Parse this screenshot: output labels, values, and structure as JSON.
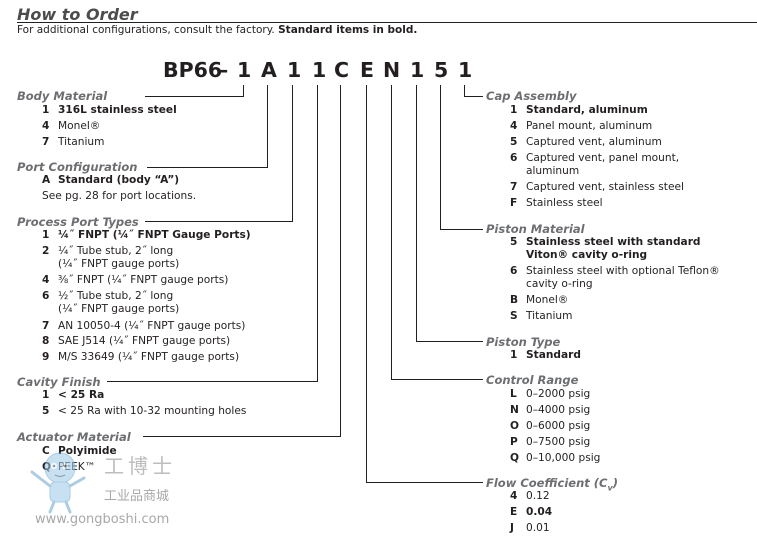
{
  "header": {
    "title": "How to Order",
    "subtitle_plain": "For additional configurations, consult the factory. ",
    "subtitle_bold": "Standard items in bold."
  },
  "code": {
    "prefix": "BP66",
    "dash": "–",
    "chars": [
      "1",
      "A",
      "1",
      "1",
      "C",
      "E",
      "N",
      "1",
      "5",
      "1"
    ]
  },
  "sections": {
    "body_material": {
      "title": "Body Material",
      "options": [
        {
          "code": "1",
          "label": "316L stainless steel",
          "standard": true
        },
        {
          "code": "4",
          "label": "Monel®",
          "standard": false
        },
        {
          "code": "7",
          "label": "Titanium",
          "standard": false
        }
      ]
    },
    "port_configuration": {
      "title": "Port Configuration",
      "options": [
        {
          "code": "A",
          "label": "Standard (body “A”)",
          "standard": true
        }
      ],
      "note": "See pg. 28 for port locations."
    },
    "process_port_types": {
      "title": "Process Port Types",
      "options": [
        {
          "code": "1",
          "lines": [
            "¼˝ FNPT (¼˝ FNPT Gauge Ports)"
          ],
          "standard": true
        },
        {
          "code": "2",
          "lines": [
            "¼˝ Tube stub, 2˝ long",
            "(¼˝ FNPT gauge ports)"
          ],
          "standard": false
        },
        {
          "code": "4",
          "lines": [
            "⅜˝ FNPT (¼˝ FNPT gauge ports)"
          ],
          "standard": false
        },
        {
          "code": "6",
          "lines": [
            "½˝ Tube stub, 2˝ long",
            "(¼˝ FNPT gauge ports)"
          ],
          "standard": false
        },
        {
          "code": "7",
          "lines": [
            "AN 10050-4 (¼˝ FNPT gauge ports)"
          ],
          "standard": false
        },
        {
          "code": "8",
          "lines": [
            "SAE J514 (¼˝ FNPT gauge ports)"
          ],
          "standard": false
        },
        {
          "code": "9",
          "lines": [
            "M/S 33649 (¼˝ FNPT gauge ports)"
          ],
          "standard": false
        }
      ]
    },
    "cavity_finish": {
      "title": "Cavity Finish",
      "options": [
        {
          "code": "1",
          "label": "< 25 Ra",
          "standard": true
        },
        {
          "code": "5",
          "label": "< 25 Ra with 10-32 mounting holes",
          "standard": false
        }
      ]
    },
    "actuator_material": {
      "title": "Actuator Material",
      "options": [
        {
          "code": "C",
          "label": "Polyimide",
          "standard": true
        },
        {
          "code": "Q",
          "label": "PEEK™",
          "standard": false
        }
      ]
    },
    "cap_assembly": {
      "title": "Cap Assembly",
      "options": [
        {
          "code": "1",
          "lines": [
            "Standard, aluminum"
          ],
          "standard": true
        },
        {
          "code": "4",
          "lines": [
            "Panel mount, aluminum"
          ],
          "standard": false
        },
        {
          "code": "5",
          "lines": [
            "Captured vent, aluminum"
          ],
          "standard": false
        },
        {
          "code": "6",
          "lines": [
            "Captured vent, panel mount,",
            "aluminum"
          ],
          "standard": false
        },
        {
          "code": "7",
          "lines": [
            "Captured vent, stainless steel"
          ],
          "standard": false
        },
        {
          "code": "F",
          "lines": [
            "Stainless steel"
          ],
          "standard": false
        }
      ]
    },
    "piston_material": {
      "title": "Piston Material",
      "options": [
        {
          "code": "5",
          "lines": [
            "Stainless steel with standard",
            "Viton® cavity o-ring"
          ],
          "standard": true
        },
        {
          "code": "6",
          "lines": [
            "Stainless steel with optional Teflon®",
            "cavity o-ring"
          ],
          "standard": false
        },
        {
          "code": "B",
          "lines": [
            "Monel®"
          ],
          "standard": false
        },
        {
          "code": "S",
          "lines": [
            "Titanium"
          ],
          "standard": false
        }
      ]
    },
    "piston_type": {
      "title": "Piston Type",
      "options": [
        {
          "code": "1",
          "label": "Standard",
          "standard": true
        }
      ]
    },
    "control_range": {
      "title": "Control Range",
      "options": [
        {
          "code": "L",
          "label": "0–2000 psig",
          "standard": false
        },
        {
          "code": "N",
          "label": "0–4000 psig",
          "standard": false
        },
        {
          "code": "O",
          "label": "0–6000 psig",
          "standard": false
        },
        {
          "code": "P",
          "label": "0–7500 psig",
          "standard": false
        },
        {
          "code": "Q",
          "label": "0–10,000 psig",
          "standard": false
        }
      ]
    },
    "flow_coefficient": {
      "title": "Flow Coefficient (C",
      "title_sub": "v",
      "title_end": ")",
      "options": [
        {
          "code": "4",
          "label": "0.12",
          "standard": false
        },
        {
          "code": "E",
          "label": "0.04",
          "standard": true
        },
        {
          "code": "J",
          "label": "0.01",
          "standard": false
        }
      ]
    }
  },
  "watermark": {
    "brand_cn": "工博士",
    "tagline_cn": "工业品商城",
    "url": "www.gongboshi.com"
  },
  "colors": {
    "text": "#231f20",
    "section_title": "#6d6e71",
    "watermark": "#b0b0b0"
  }
}
